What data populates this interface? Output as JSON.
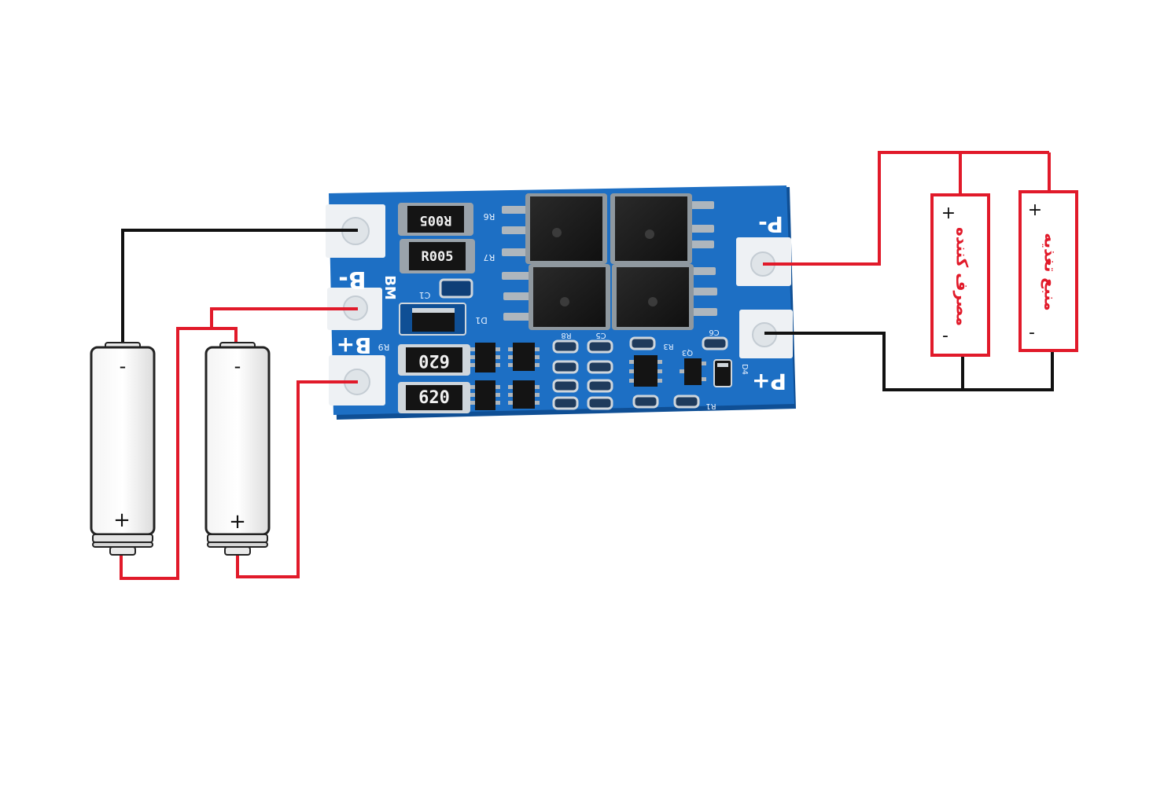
{
  "colors": {
    "positive_wire": "#e11a2a",
    "negative_wire": "#111111",
    "pcb": "#1d6fc4",
    "pcb_dark": "#0f4f95",
    "pad": "#eef1f4",
    "resistor_body": "#141414",
    "resistor_text": "#f0f0f0"
  },
  "board": {
    "pads": {
      "b_minus": "B-",
      "b_mid": "BM",
      "b_plus": "B+",
      "p_minus": "P-",
      "p_plus": "P+"
    },
    "silkscreen": {
      "c1": "C1",
      "d1": "D1",
      "r9": "R9",
      "r3": "R3",
      "q3": "Q3",
      "c6": "C6",
      "d4": "D4",
      "c5": "C5",
      "r6": "R6",
      "r7": "R7",
      "r8": "R8",
      "r1": "R1"
    },
    "shunt_resistors": [
      {
        "code": "R005"
      },
      {
        "code": "R005"
      }
    ],
    "bottom_resistors": [
      {
        "code": "620"
      },
      {
        "code": "620"
      }
    ]
  },
  "cells": [
    {
      "top_sign": "-",
      "bottom_sign": "+"
    },
    {
      "top_sign": "-",
      "bottom_sign": "+"
    }
  ],
  "external": {
    "load": {
      "label": "مصرف کننده",
      "plus": "+",
      "minus": "-"
    },
    "supply": {
      "label": "منبع تغذیه",
      "plus": "+",
      "minus": "-"
    }
  }
}
